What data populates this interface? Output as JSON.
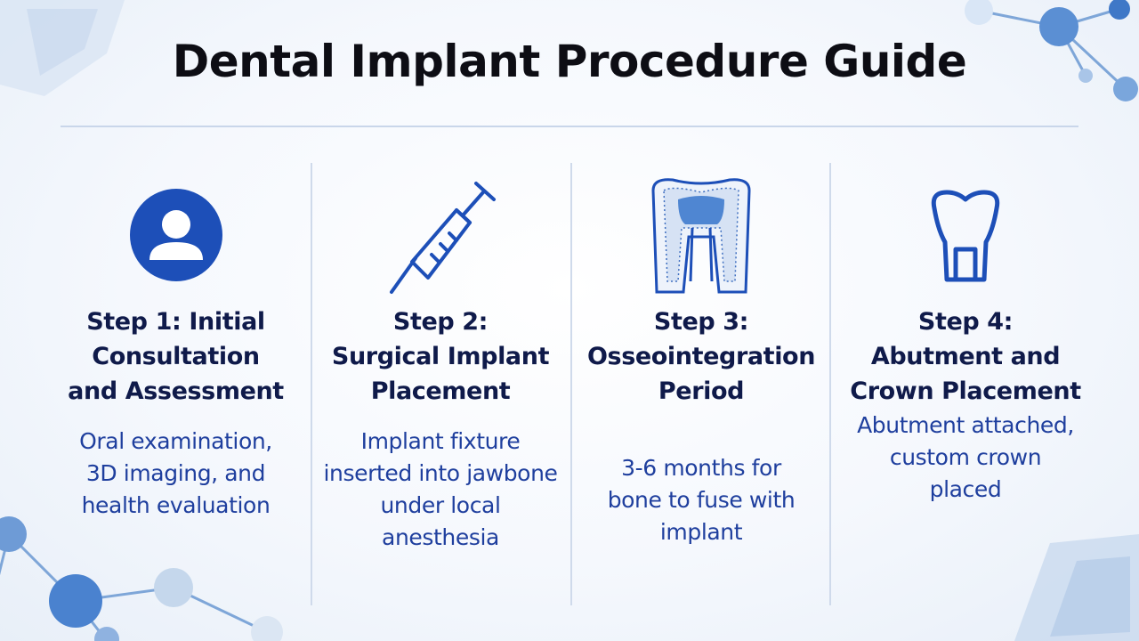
{
  "title": "Dental Implant Procedure Guide",
  "colors": {
    "accent": "#1f4fbf",
    "title_text": "#0d0d14",
    "step_title_text": "#0f1a4a",
    "desc_text": "#1f3f9e",
    "divider": "#cfdaeb"
  },
  "steps": [
    {
      "icon": "person-icon",
      "title": "Step 1: Initial\nConsultation\nand Assessment",
      "description": "Oral examination,\n3D imaging, and\nhealth evaluation"
    },
    {
      "icon": "syringe-icon",
      "title": "Step 2:\nSurgical Implant\nPlacement",
      "description": "Implant fixture\ninserted into jawbone\nunder local\nanesthesia"
    },
    {
      "icon": "tooth-cross-section-icon",
      "title": "Step 3:\nOsseointegration\nPeriod",
      "description": "3-6 months for\nbone to fuse with\nimplant"
    },
    {
      "icon": "tooth-crown-icon",
      "title": "Step 4:\nAbutment and\nCrown Placement",
      "description": "Abutment attached,\ncustom crown\nplaced"
    }
  ]
}
